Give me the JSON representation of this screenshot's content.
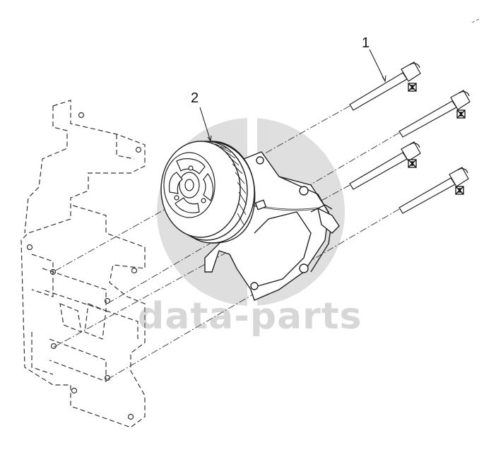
{
  "callouts": [
    {
      "id": "1",
      "label": "1"
    },
    {
      "id": "2",
      "label": "2"
    }
  ],
  "watermark": {
    "text": "data-parts"
  },
  "colors": {
    "line": "#222222",
    "dash": "#444444",
    "watermark": "#9a9a9a"
  }
}
